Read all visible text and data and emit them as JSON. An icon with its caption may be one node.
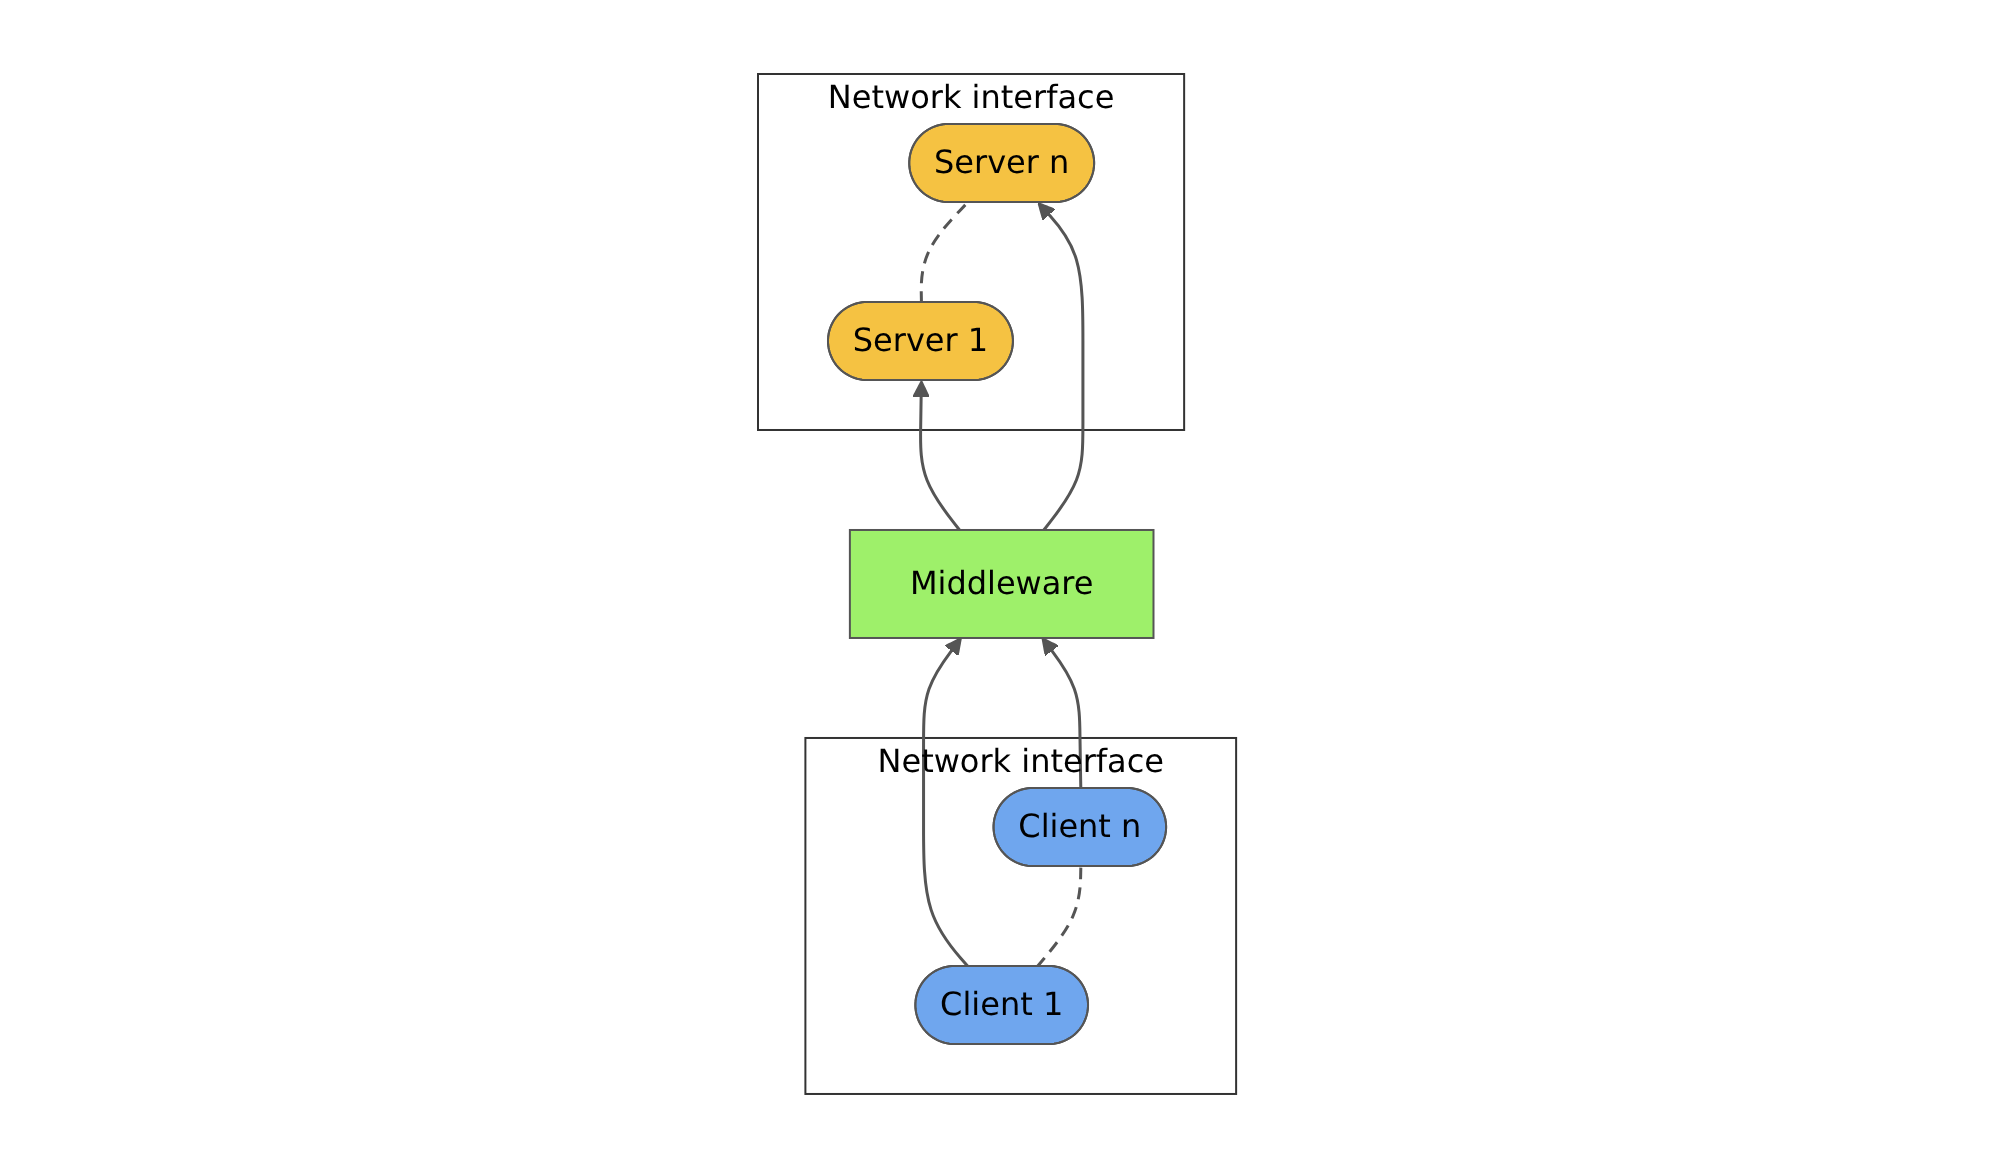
{
  "diagram": {
    "nodes": [
      {
        "text": [
          "Network interface"
        ]
      },
      {
        "text": [
          "Server 1"
        ],
        "in": 0
      },
      {
        "text": [
          "Server n"
        ],
        "in": 0
      },
      {
        "text": [
          "Middleware"
        ]
      },
      {
        "text": [
          "Network interface"
        ]
      },
      {
        "text": [
          "Client 1"
        ],
        "in": 4
      },
      {
        "text": [
          "Client n"
        ],
        "in": 4
      }
    ],
    "edges": [
      {
        "from": 1,
        "to": 2,
        "arrow": "none",
        "style": "dashed"
      },
      {
        "from": 3,
        "to": 1,
        "arrow": "to"
      },
      {
        "from": 3,
        "to": 2,
        "arrow": "to"
      },
      {
        "from": 5,
        "to": 3,
        "arrow": "to"
      },
      {
        "from": 6,
        "to": 3,
        "arrow": "to"
      },
      {
        "from": 5,
        "to": 6,
        "arrow": "none",
        "style": "dashed"
      }
    ]
  }
}
